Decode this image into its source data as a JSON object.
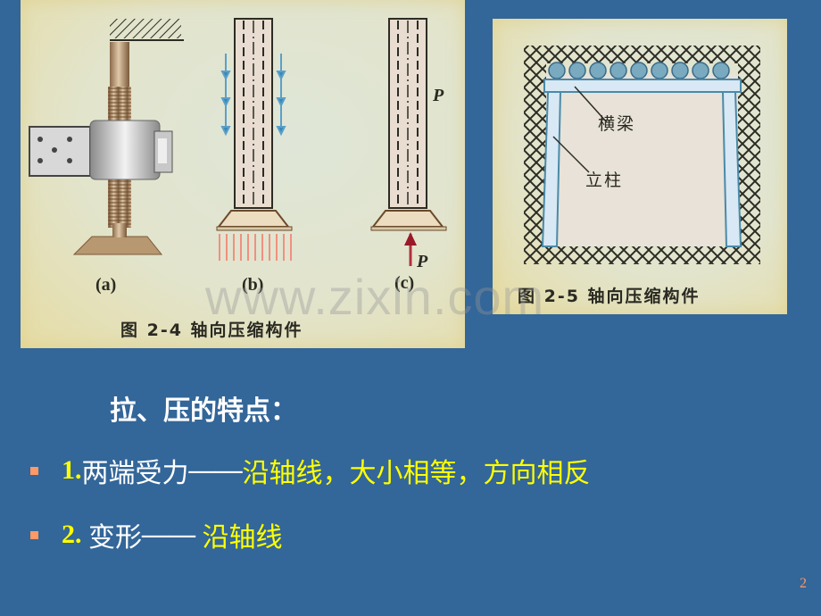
{
  "slide": {
    "background_color": "#336699",
    "page_number": "2",
    "watermark": "www.zixin.com"
  },
  "figures": [
    {
      "id": "fig-2-4",
      "caption": "图 2-4 轴向压缩构件",
      "sub_labels": [
        "(a)",
        "(b)",
        "(c)"
      ],
      "force_labels": [
        "P",
        "P"
      ]
    },
    {
      "id": "fig-2-5",
      "caption": "图 2-5 轴向压缩构件",
      "callouts": [
        "横梁",
        "立柱"
      ]
    }
  ],
  "content": {
    "heading": "拉、压的特点：",
    "bullets": [
      {
        "number": "1.",
        "term": "两端受力",
        "dash": "——",
        "description": "沿轴线，大小相等，方向相反"
      },
      {
        "number": "2. ",
        "term": "变形",
        "dash": "—— ",
        "description": "沿轴线"
      }
    ],
    "colors": {
      "highlight": "#ffff00",
      "text": "#ffffff",
      "bullet": "#ff9966"
    }
  }
}
